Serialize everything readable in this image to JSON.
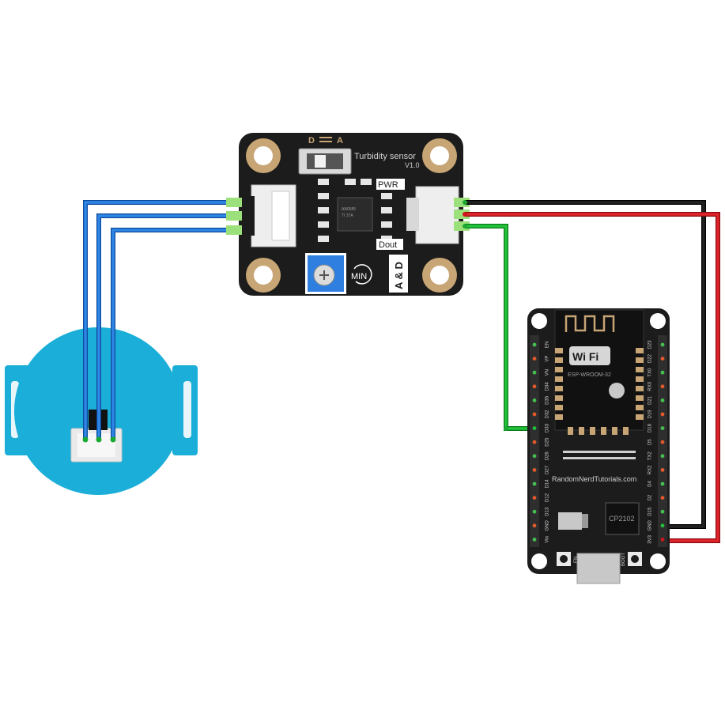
{
  "sensor_board": {
    "switch_d": "D",
    "switch_a": "A",
    "title": "Turbidity sensor",
    "version": "V1.0",
    "pwr": "PWR",
    "dout": "Dout",
    "min": "MIN",
    "a_and_d": "A & D"
  },
  "esp32": {
    "wifi": "Wi Fi",
    "module": "ESP-WROOM-32",
    "website": "RandomNerdTutorials.com",
    "chip": "CP2102",
    "en_button": "EN",
    "boot_button": "BOOT",
    "left_pins": [
      "EN",
      "VP",
      "VN",
      "D34",
      "D35",
      "D32",
      "D33",
      "D25",
      "D26",
      "D27",
      "D14",
      "D12",
      "D13",
      "GND",
      "Vin"
    ],
    "right_pins": [
      "D23",
      "D22",
      "TX0",
      "RX0",
      "D21",
      "D19",
      "D18",
      "D5",
      "TX2",
      "RX2",
      "D4",
      "D2",
      "D15",
      "GND",
      "3V3"
    ]
  },
  "colors": {
    "board": "#1c1c1c",
    "wire_blue": "#1e6fd0",
    "wire_black": "#111111",
    "wire_red": "#d0141c",
    "wire_green": "#1aa832",
    "probe": "#1aaed8",
    "pot": "#2f7fe0",
    "connector_green": "#9be07a"
  }
}
